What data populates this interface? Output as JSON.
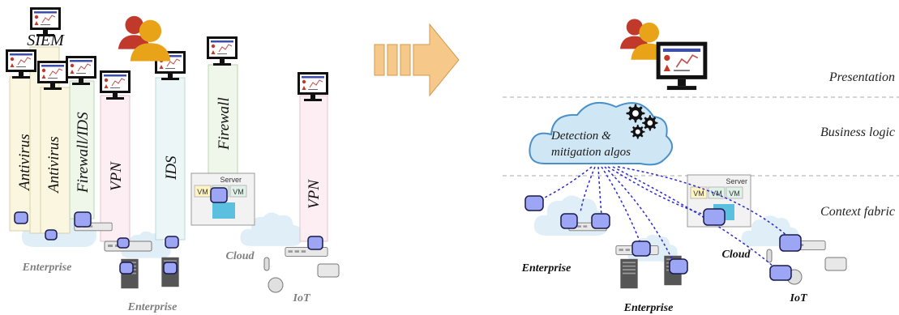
{
  "left": {
    "siem_label": "SIEM",
    "columns": [
      "Antivirus",
      "Antivirus",
      "Firewall/IDS",
      "VPN",
      "IDS",
      "Firewall",
      "VPN"
    ],
    "enterprise_label_1": "Enterprise",
    "enterprise_label_2": "Enterprise",
    "cloud_label": "Cloud",
    "iot_label": "IoT",
    "server_label": "Server",
    "vm_label": "VM"
  },
  "right": {
    "layers": [
      "Presentation",
      "Business logic",
      "Context fabric"
    ],
    "algo_line1": "Detection &",
    "algo_line2": "mitigation algos",
    "enterprise_label_1": "Enterprise",
    "enterprise_label_2": "Enterprise",
    "cloud_label": "Cloud",
    "iot_label": "IoT",
    "server_label": "Server",
    "vm_label": "VM"
  },
  "colors": {
    "agent_fill": "#9da6f5",
    "agent_stroke": "#1a1a4a",
    "arrow_dashed": "#2a2acc",
    "cloud_fill": "#cfe6f5",
    "big_arrow": "#f6c98a"
  }
}
